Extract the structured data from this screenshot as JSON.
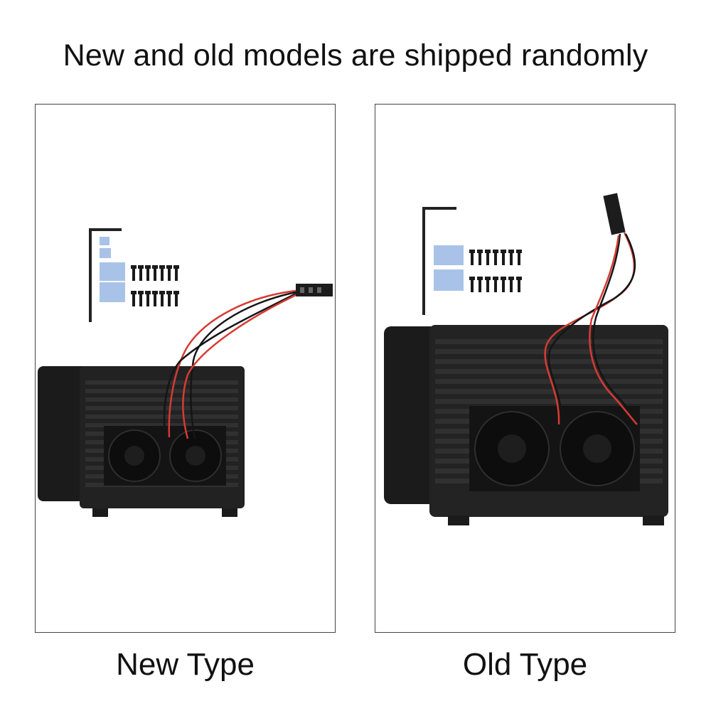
{
  "headline": "New and old models are shipped randomly",
  "panels": {
    "new": {
      "caption": "New Type"
    },
    "old": {
      "caption": "Old Type"
    }
  },
  "colors": {
    "case": "#1b1b1b",
    "fin": "#2b2b2b",
    "thermal_pad": "#a9c3e8",
    "wire_red": "#d63a34",
    "wire_black": "#151515"
  }
}
